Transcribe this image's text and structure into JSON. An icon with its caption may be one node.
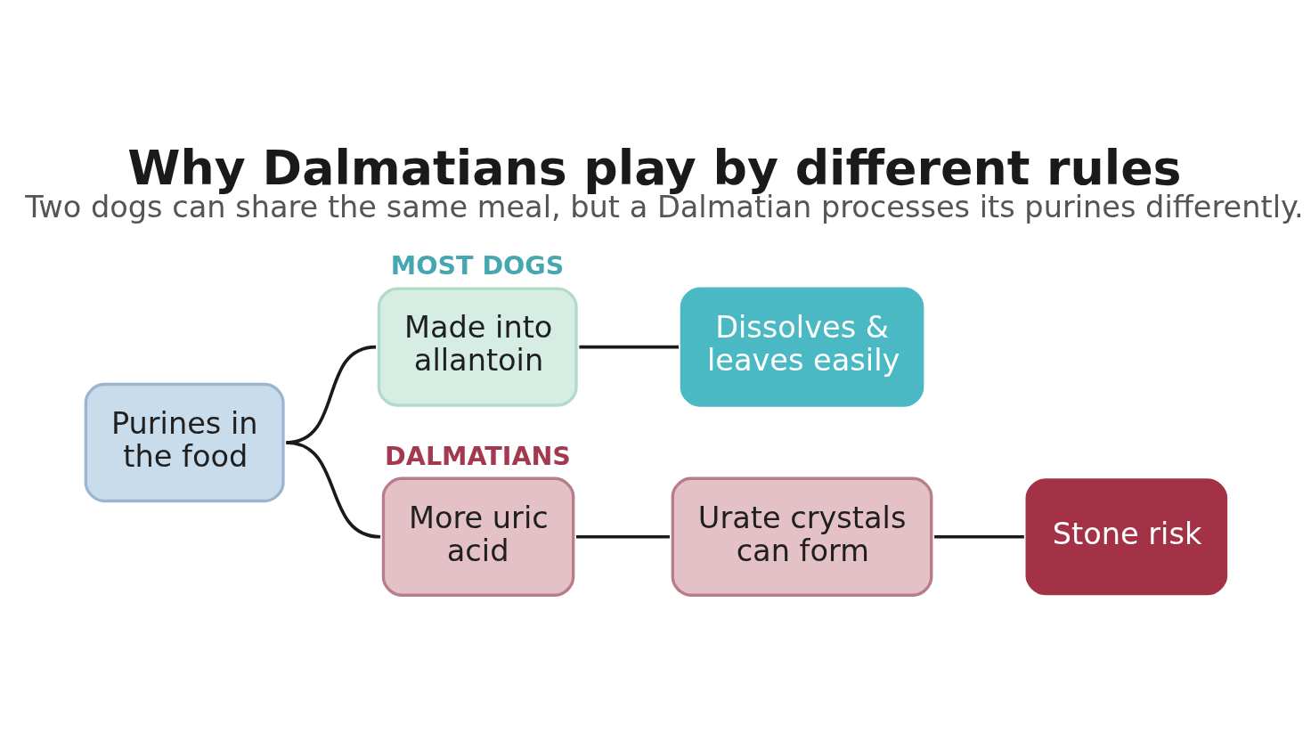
{
  "diagram": {
    "title": "Why Dalmatians play by different rules",
    "caption": "Two dogs can share the same meal, but a Dalmatian processes its purines differently.",
    "nodes": [
      {
        "text": [
          "Purines in the food"
        ]
      },
      {
        "text": [
          "MOST DOGS",
          "Made into allantoin"
        ]
      },
      {
        "text": [
          "Dissolves & leaves easily"
        ]
      },
      {
        "text": [
          "DALMATIANS",
          "More uric acid"
        ]
      },
      {
        "text": [
          "Urate crystals can form"
        ]
      },
      {
        "text": [
          "Stone risk"
        ]
      }
    ],
    "edges": [
      {
        "from": 0,
        "to": 1,
        "arrow": "none"
      },
      {
        "from": 1,
        "to": 2,
        "arrow": "none"
      },
      {
        "from": 0,
        "to": 3,
        "arrow": "none"
      },
      {
        "from": 3,
        "to": 4,
        "arrow": "none"
      },
      {
        "from": 4,
        "to": 5,
        "arrow": "none"
      }
    ]
  }
}
